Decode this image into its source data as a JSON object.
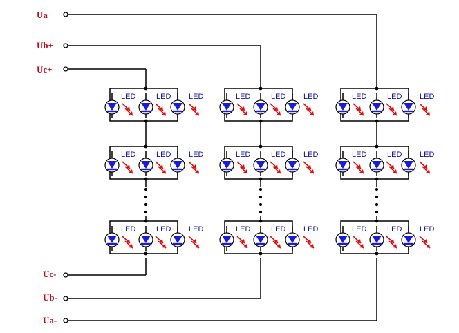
{
  "terminals": {
    "ua_plus": "Ua+",
    "ub_plus": "Ub+",
    "uc_plus": "Uc+",
    "uc_minus": "Uc-",
    "ub_minus": "Ub-",
    "ua_minus": "Ua-"
  },
  "led_label": "LED",
  "colors": {
    "wire": "#000000",
    "led_body": "#1a1ad8",
    "led_label": "#1010a0",
    "light_arrow": "#e01010",
    "terminal_label": "#c0081a"
  },
  "circuit": {
    "strings": 3,
    "groups_per_string_shown": 3,
    "leds_per_group": 3,
    "ellipsis_between_groups": true
  }
}
